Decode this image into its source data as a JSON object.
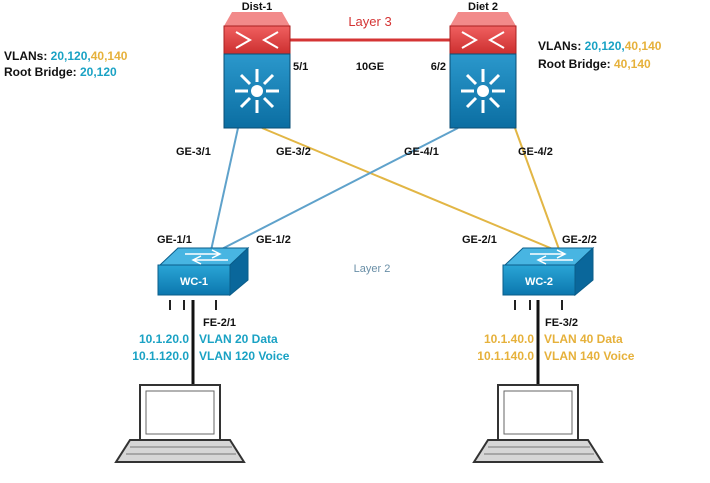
{
  "colors": {
    "blue_vlan": "#1aa2c4",
    "gold_vlan": "#e6b13b",
    "link_blue": "#5fa2cb",
    "link_gold": "#e2b645",
    "layer3_red": "#d43434",
    "device_blue": "#0e7eb3",
    "device_red": "#e73b3b"
  },
  "labels": {
    "layer3": "Layer 3",
    "layer2": "Layer 2",
    "link_10ge": "10GE"
  },
  "devices": {
    "dist1": {
      "name": "Dist-1",
      "port": "5/1",
      "uplinks": [
        "GE-3/1",
        "GE-3/2"
      ],
      "vlans_prefix": "VLANs: ",
      "vlans_a": "20,120,",
      "vlans_b": "40,140",
      "root_prefix": "Root Bridge: ",
      "root_value": "20,120"
    },
    "dist2": {
      "name": "Diet 2",
      "port": "6/2",
      "uplinks": [
        "GE-4/1",
        "GE-4/2"
      ],
      "vlans_prefix": "VLANs: ",
      "vlans_a": "20,120,",
      "vlans_b": "40,140",
      "root_prefix": "Root Bridge: ",
      "root_value": "40,140"
    },
    "wc1": {
      "name": "WC-1",
      "uplinks": [
        "GE-1/1",
        "GE-1/2"
      ],
      "access_port": "FE-2/1",
      "subnets": [
        {
          "network": "10.1.20.0",
          "vlan": "VLAN 20 Data"
        },
        {
          "network": "10.1.120.0",
          "vlan": "VLAN 120 Voice"
        }
      ]
    },
    "wc2": {
      "name": "WC-2",
      "uplinks": [
        "GE-2/1",
        "GE-2/2"
      ],
      "access_port": "FE-3/2",
      "subnets": [
        {
          "network": "10.1.40.0",
          "vlan": "VLAN 40 Data"
        },
        {
          "network": "10.1.140.0",
          "vlan": "VLAN 140 Voice"
        }
      ]
    }
  }
}
